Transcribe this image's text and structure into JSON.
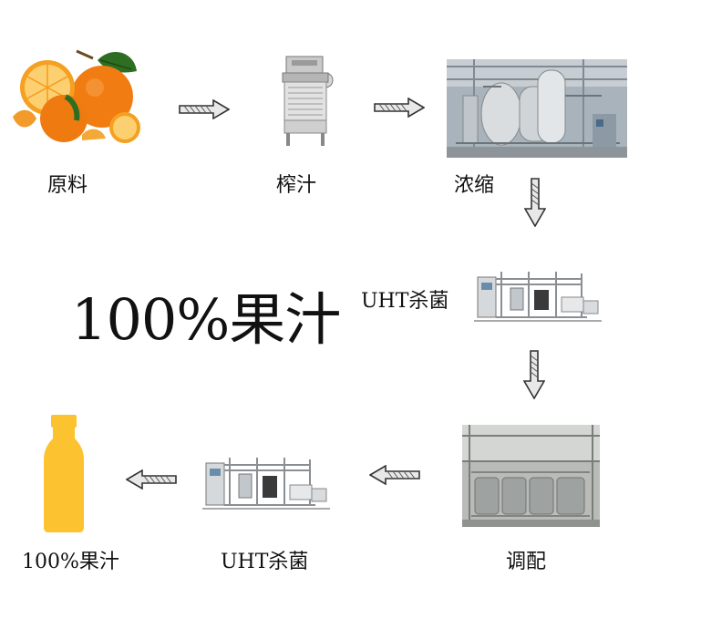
{
  "steps": {
    "raw": "原料",
    "juice": "榨汁",
    "concentrate": "浓缩",
    "uht1": "UHT杀菌",
    "blend": "调配",
    "uht2": "UHT杀菌",
    "product": "100%果汁"
  },
  "headline": "100%果汁",
  "icons": {
    "raw": "orange-fruit-icon",
    "juice": "juice-extractor-machine-icon",
    "concentrate": "evaporator-tanks-photo",
    "uht1": "uht-sterilizer-machine-icon",
    "blend": "blending-tanks-photo",
    "uht2": "uht-sterilizer-machine-icon",
    "product": "juice-bottle-icon"
  },
  "colors": {
    "orange": "#f08a1a",
    "bottle": "#fcc22f",
    "arrow": "#333333"
  }
}
